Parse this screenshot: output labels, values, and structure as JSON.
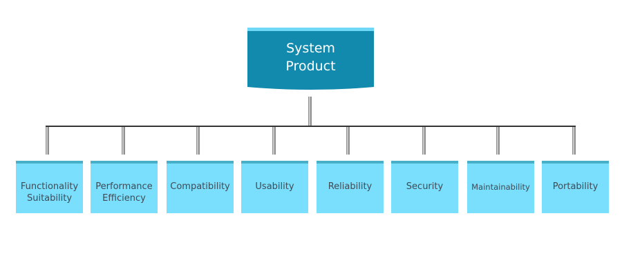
{
  "diagram": {
    "root": {
      "line1": "System",
      "line2": "Product"
    },
    "children": [
      {
        "label": "Functionality\nSuitability"
      },
      {
        "label": "Performance\nEfficiency"
      },
      {
        "label": "Compatibility"
      },
      {
        "label": "Usability"
      },
      {
        "label": "Reliability"
      },
      {
        "label": "Security"
      },
      {
        "label": "Maintainability"
      },
      {
        "label": "Portability"
      }
    ],
    "colors": {
      "root_fill": "#128aad",
      "root_top_band": "#6fd8f7",
      "child_fill": "#79dffc",
      "child_top_band": "#47b0c8",
      "connector": "#333333",
      "stem": "#9a9a9a"
    }
  }
}
